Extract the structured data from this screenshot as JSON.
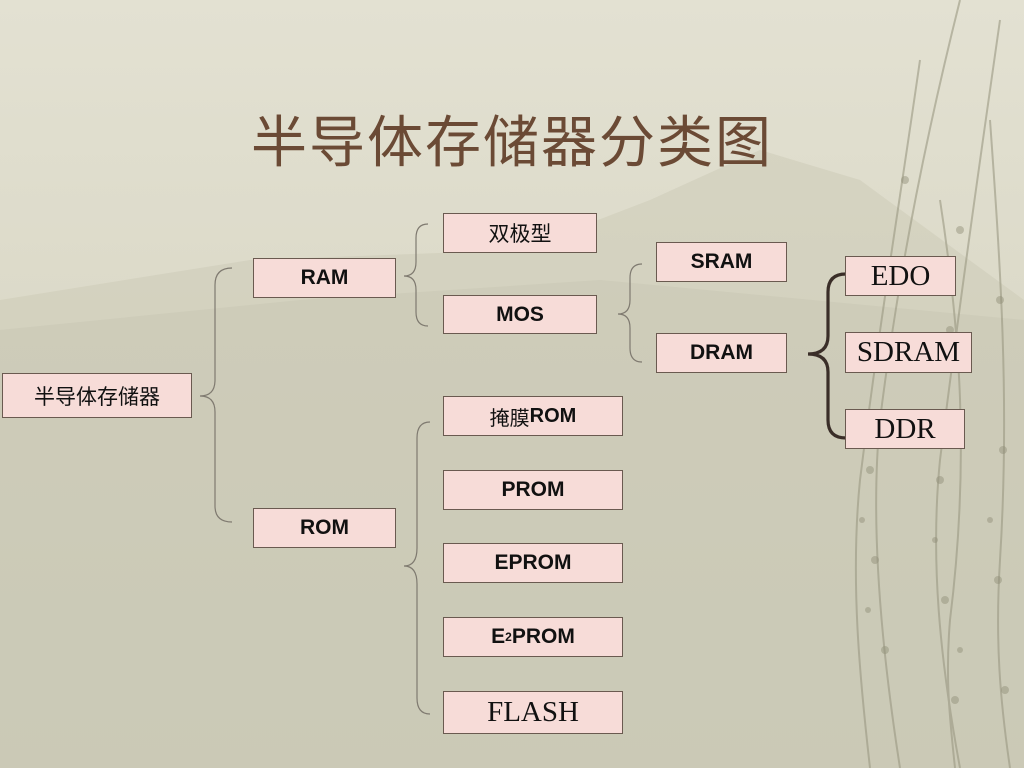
{
  "title": "半导体存储器分类图",
  "nodes": {
    "root": "半导体存储器",
    "ram": "RAM",
    "rom": "ROM",
    "bipolar": "双极型",
    "mos": "MOS",
    "sram": "SRAM",
    "dram": "DRAM",
    "edo": "EDO",
    "sdram": "SDRAM",
    "ddr": "DDR",
    "mask_rom_prefix": "掩膜",
    "mask_rom_suffix": "ROM",
    "prom": "PROM",
    "eprom": "EPROM",
    "e2prom_e": "E",
    "e2prom_sup": "2",
    "e2prom_rest": "PROM",
    "flash": "FLASH"
  }
}
